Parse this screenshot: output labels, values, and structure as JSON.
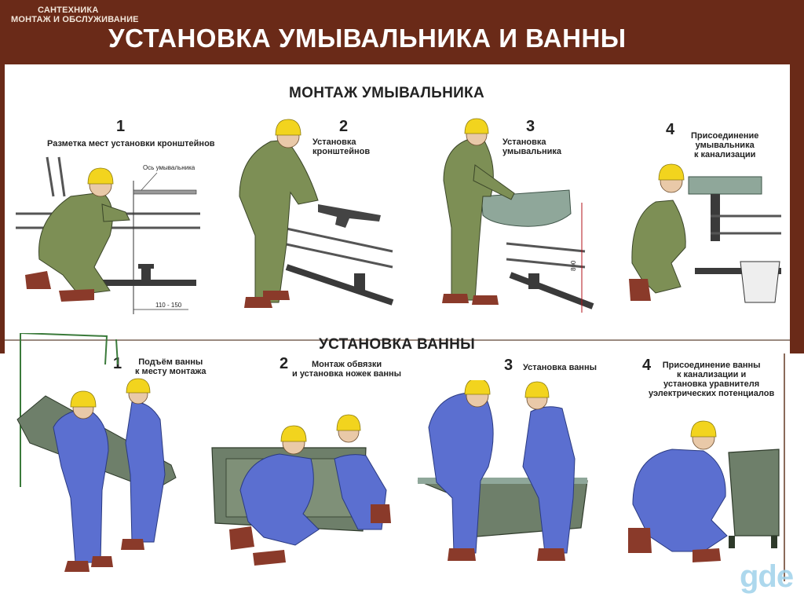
{
  "header": {
    "series_line1": "САНТЕХНИКА",
    "series_line2": "МОНТАЖ И ОБСЛУЖИВАНИЕ",
    "title": "УСТАНОВКА УМЫВАЛЬНИКА И ВАННЫ"
  },
  "washbasin": {
    "title": "МОНТАЖ УМЫВАЛЬНИКА",
    "steps": [
      {
        "number": "1",
        "caption_lines": [
          "Разметка мест установки кронштейнов"
        ],
        "annotation_axis": "Ось умывальника",
        "dimension": "110 - 150"
      },
      {
        "number": "2",
        "caption_lines": [
          "Установка",
          "кронштейнов"
        ]
      },
      {
        "number": "3",
        "caption_lines": [
          "Установка",
          "умывальника"
        ],
        "dimension": "800"
      },
      {
        "number": "4",
        "caption_lines": [
          "Присоединение",
          "умывальника",
          "к канализации"
        ]
      }
    ]
  },
  "bathtub": {
    "title": "УСТАНОВКА ВАННЫ",
    "steps": [
      {
        "number": "1",
        "caption_lines": [
          "Подъём ванны",
          "к месту монтажа"
        ]
      },
      {
        "number": "2",
        "caption_lines": [
          "Монтаж обвязки",
          "и установка ножек ванны"
        ]
      },
      {
        "number": "3",
        "caption_lines": [
          "Установка ванны"
        ]
      },
      {
        "number": "4",
        "caption_lines": [
          "Присоединение ванны",
          "к канализации и",
          "установка уравнителя",
          "уэлектрических потенциалов"
        ]
      }
    ]
  },
  "watermark": "gde",
  "colors": {
    "frame": "#6a2a18",
    "overalls_green": "#7d8f55",
    "overalls_blue": "#5b6fd0",
    "helmet": "#f2d41e",
    "boots": "#8a3a2a",
    "pipe": "#3a3a3a",
    "fixture": "#8fa79a"
  }
}
